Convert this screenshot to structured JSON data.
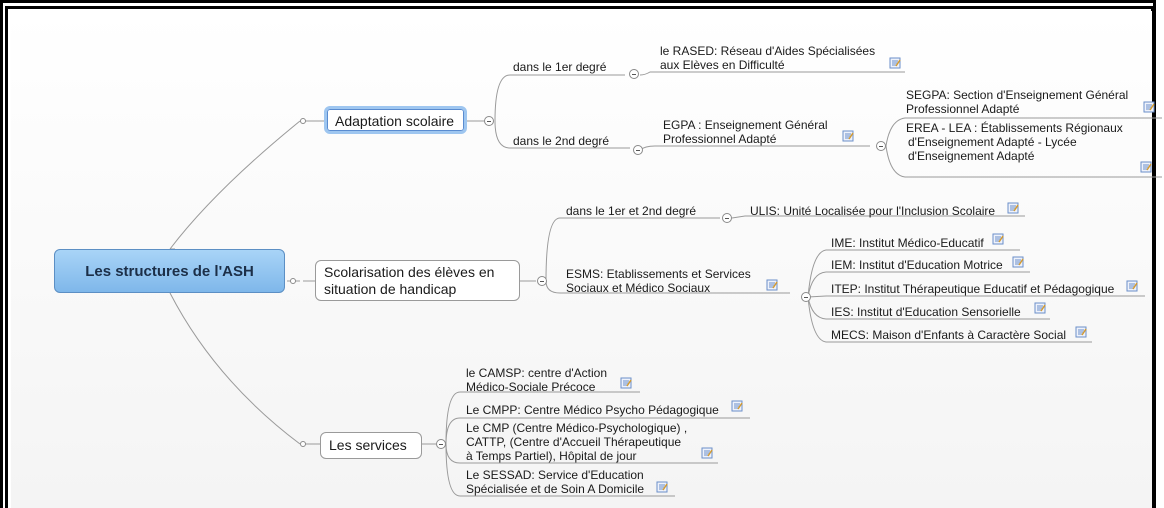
{
  "central": "Les structures de l'ASH",
  "branches": {
    "adaptation": {
      "label": "Adaptation scolaire",
      "premier": {
        "label": "dans le 1er degré",
        "rased": [
          "le RASED: Réseau d'Aides Spécialisées",
          "aux Elèves en Difficulté"
        ]
      },
      "second": {
        "label": "dans le 2nd degré",
        "egpa": [
          "EGPA : Enseignement Général",
          "Professionnel Adapté"
        ],
        "segpa": [
          "SEGPA: Section d'Enseignement Général",
          "Professionnel Adapté"
        ],
        "erea": [
          "EREA - LEA : Établissements Régionaux",
          "d'Enseignement Adapté - Lycée",
          "d'Enseignement Adapté"
        ]
      }
    },
    "scolarisation": {
      "label": [
        "Scolarisation des élèves en",
        "situation de handicap"
      ],
      "ulis_branch": {
        "label": "dans le 1er et 2nd degré",
        "ulis": "ULIS: Unité Localisée pour l'Inclusion Scolaire"
      },
      "esms": {
        "label": [
          "ESMS: Etablissements et Services",
          "Sociaux et Médico Sociaux"
        ],
        "items": [
          "IME: Institut Médico-Educatif",
          "IEM: Institut d'Education Motrice",
          "ITEP: Institut Thérapeutique Educatif et Pédagogique",
          "IES: Institut d'Education Sensorielle",
          "MECS: Maison d'Enfants à Caractère Social"
        ]
      }
    },
    "services": {
      "label": "Les services",
      "camsp": [
        "le CAMSP: centre d'Action",
        "Médico-Sociale Précoce"
      ],
      "cmpp": "Le CMPP: Centre Médico Psycho Pédagogique",
      "cmp": [
        "Le CMP (Centre Médico-Psychologique) ,",
        "CATTP, (Centre d'Accueil Thérapeutique",
        "à Temps Partiel), Hôpital de jour"
      ],
      "sessad": [
        "Le SESSAD: Service d'Education",
        "Spécialisée et de Soin A Domicile"
      ]
    }
  },
  "colors": {
    "central_fill": "#92c5f2",
    "line": "#9a9a9a",
    "selection": "#9ec6f0",
    "note_icon": "#6b8fc9"
  }
}
